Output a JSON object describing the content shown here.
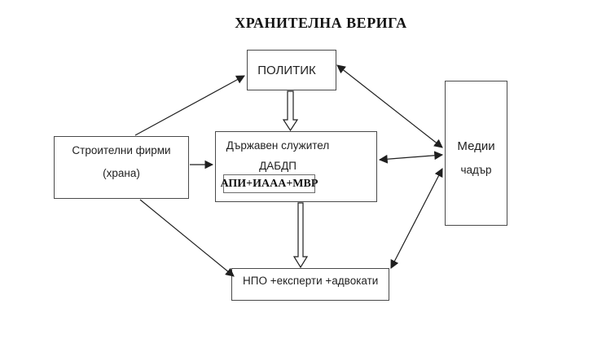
{
  "title": "ХРАНИТЕЛНА ВЕРИГА",
  "nodes": {
    "politician": {
      "label": "ПОЛИТИК"
    },
    "construction_firms": {
      "line1": "Строителни фирми",
      "line2": "(храна)"
    },
    "state_official": {
      "line1": "Държавен служител",
      "line2": "ДАБДП",
      "badge": "АПИ+ИААА+МВР"
    },
    "media": {
      "line1": "Медии",
      "line2": "чадър"
    },
    "ngo": {
      "label": "НПО +експерти +адвокати"
    }
  },
  "edges": [
    {
      "from": "construction_firms",
      "to": "politician",
      "style": "thin-line",
      "direction": "one-way"
    },
    {
      "from": "politician",
      "to": "state_official",
      "style": "hollow-block-arrow",
      "direction": "one-way"
    },
    {
      "from": "politician",
      "to": "media",
      "style": "thin-line",
      "direction": "two-way"
    },
    {
      "from": "construction_firms",
      "to": "state_official",
      "style": "thin-line",
      "direction": "one-way"
    },
    {
      "from": "state_official",
      "to": "media",
      "style": "thin-line",
      "direction": "two-way"
    },
    {
      "from": "state_official",
      "to": "ngo",
      "style": "hollow-block-arrow",
      "direction": "one-way"
    },
    {
      "from": "construction_firms",
      "to": "ngo",
      "style": "thin-line",
      "direction": "one-way"
    },
    {
      "from": "ngo",
      "to": "media",
      "style": "thin-line",
      "direction": "two-way"
    }
  ],
  "colors": {
    "background": "#ffffff",
    "box_border": "#4a4a4a",
    "line": "#1f1f1f",
    "text": "#1c1c1c"
  }
}
